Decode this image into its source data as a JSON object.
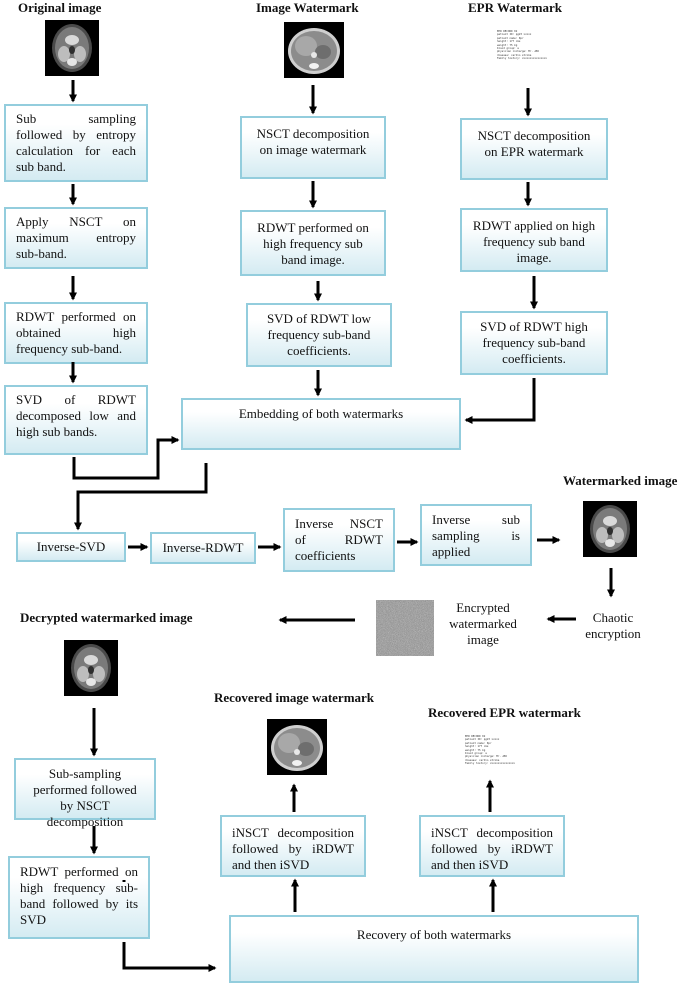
{
  "headers": {
    "original": "Original image",
    "image_wm": "Image Watermark",
    "epr_wm": "EPR Watermark",
    "watermarked": "Watermarked image",
    "decrypted": "Decrypted watermarked image",
    "rec_image": "Recovered image watermark",
    "rec_epr": "Recovered EPR watermark"
  },
  "boxes": {
    "subsampling": "Sub sampling followed by entropy calculation for each sub band.",
    "apply_nsct": "Apply NSCT on maximum entropy sub-band.",
    "rdwt_obtained": "RDWT performed on obtained high frequency sub-band.",
    "svd_rdwt_left": "SVD of RDWT decomposed low and high sub bands.",
    "nsct_image": "NSCT decomposition on image watermark",
    "rdwt_image": "RDWT performed on high frequency sub band image.",
    "svd_image": "SVD of RDWT low frequency sub-band coefficients.",
    "nsct_epr": "NSCT decomposition on EPR watermark",
    "rdwt_epr": "RDWT applied on high frequency sub band image.",
    "svd_epr": "SVD of RDWT high frequency sub-band coefficients.",
    "embedding": "Embedding of both watermarks",
    "inv_svd": "Inverse-SVD",
    "inv_rdwt": "Inverse-RDWT",
    "inv_nsct": "Inverse NSCT of RDWT coefficients",
    "inv_sub": "Inverse sub sampling is applied",
    "subsampling_nsct": "Sub-sampling performed followed by NSCT decomposition",
    "rdwt_svd": "RDWT performed on high frequency sub-band followed by its SVD",
    "insct_image": "iNSCT decomposition followed by iRDWT and then iSVD",
    "insct_epr": "iNSCT decomposition followed by iRDWT and then iSVD",
    "recovery": "Recovery of both watermarks"
  },
  "labels": {
    "encrypted": "Encrypted watermarked image",
    "chaotic": "Chaotic encryption"
  },
  "epr_text_lines": [
    "EPR RECORD 02",
    "patient ID: pg23 xxxxx",
    "patient name: Kpr",
    "height: 177 cms",
    "weight: 75 kg",
    "blood group: a",
    "physician incharge: Mr. ABC",
    "disease: cardio stroke",
    "Family history: xxxxxxxxxxxxxxxx"
  ],
  "colors": {
    "box_border": "#93cddd",
    "box_fill_bottom": "#d4ebf2",
    "arrow": "#000000"
  }
}
